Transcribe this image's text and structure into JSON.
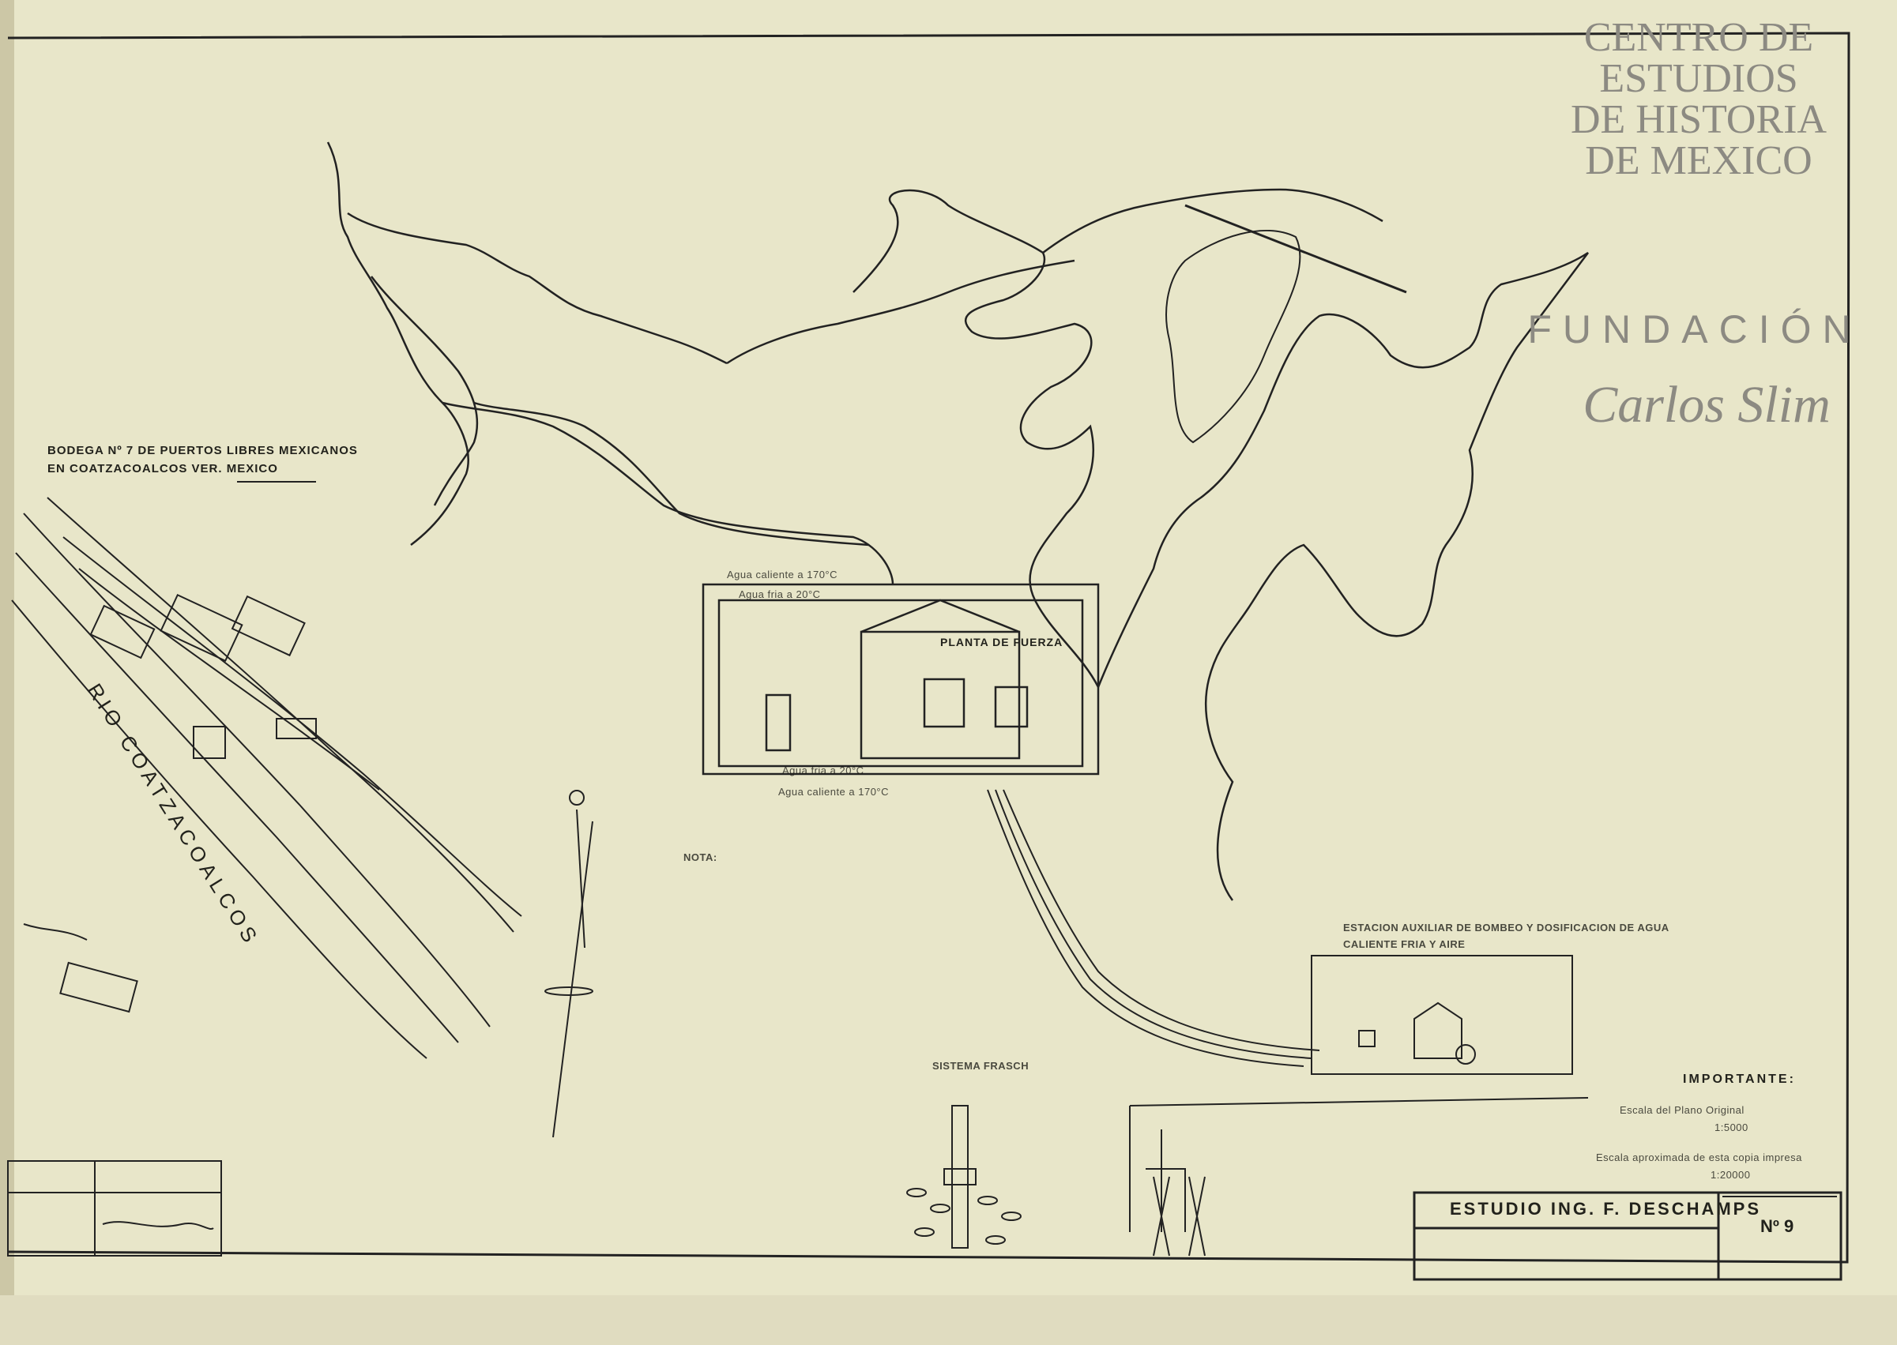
{
  "watermark": {
    "lines": [
      "CENTRO DE",
      "ESTUDIOS",
      "DE HISTORIA",
      "DE MEXICO"
    ],
    "foundation": "FUNDACIÓN",
    "signature": "Carlos Slim"
  },
  "warehouse": {
    "title_line1": "BODEGA Nº 7 DE PUERTOS LIBRES MEXICANOS",
    "title_line2": "EN COATZACOALCOS VER. MEXICO",
    "river_label": "RIO COATZACOALCOS"
  },
  "plant": {
    "title": "PLANTA DE FUERZA",
    "hot_water_in": "Agua caliente a 170°C",
    "cold_water_in": "Agua fria a 20°C",
    "cold_water_out": "Agua fria a 20°C",
    "hot_water_out": "Agua caliente a 170°C"
  },
  "aux_station": {
    "title_line1": "ESTACION AUXILIAR DE BOMBEO Y DOSIFICACION DE AGUA",
    "title_line2": "CALIENTE FRIA Y AIRE"
  },
  "frasch": {
    "title": "SISTEMA FRASCH"
  },
  "note": {
    "title": "NOTA:"
  },
  "importante": {
    "title": "IMPORTANTE:",
    "original_scale_label": "Escala del Plano Original",
    "original_scale": "1:5000",
    "copy_scale_label": "Escala aproximada de esta copia impresa",
    "copy_scale": "1:20000"
  },
  "title_block": {
    "studio": "ESTUDIO ING. F. DESCHAMPS",
    "number": "Nº 9"
  },
  "colors": {
    "paper": "#e8e6c9",
    "ink": "#1e1e18",
    "watermark": "#8c8a82"
  }
}
